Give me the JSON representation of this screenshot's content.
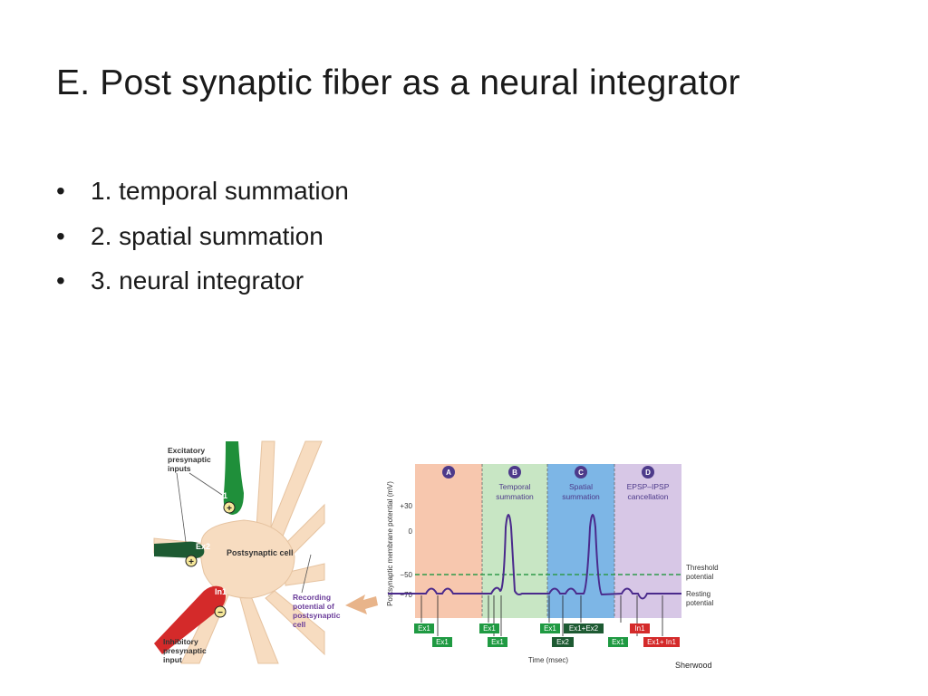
{
  "slide": {
    "title": "E.  Post synaptic fiber as a neural integrator",
    "bullets": [
      "1.  temporal summation",
      "2.  spatial summation",
      "3.  neural integrator"
    ]
  },
  "neuron": {
    "excitatory_label": [
      "Excitatory",
      "presynaptic",
      "inputs"
    ],
    "inhibitory_label": [
      "Inhibitory",
      "presynaptic",
      "input"
    ],
    "cell_label": "Postsynaptic cell",
    "recording_label": [
      "Recording",
      "potential of",
      "postsynaptic",
      "cell"
    ],
    "ex1": "Ex1",
    "ex2": "Ex2",
    "in1": "In1",
    "plus": "+",
    "minus": "−",
    "colors": {
      "cell": "#f7dcc0",
      "excitatory": "#1f8f3a",
      "excitatory_dark": "#1d5a32",
      "inhibitory": "#d42a2a",
      "arrow": "#e8b48a"
    }
  },
  "graph": {
    "ylabel": "Postsynaptic membrane potential (mV)",
    "xlabel": "Time (msec)",
    "yticks": [
      "+30",
      "0",
      "−50",
      "−70"
    ],
    "threshold_label": [
      "Threshold",
      "potential"
    ],
    "resting_label": [
      "Resting",
      "potential"
    ],
    "credit": "Sherwood",
    "panels": [
      {
        "letter": "A",
        "title": [],
        "color": "#f7c7ae"
      },
      {
        "letter": "B",
        "title": [
          "Temporal",
          "summation"
        ],
        "color": "#c8e6c4"
      },
      {
        "letter": "C",
        "title": [
          "Spatial",
          "summation"
        ],
        "color": "#7db6e6"
      },
      {
        "letter": "D",
        "title": [
          "EPSP–IPSP",
          "cancellation"
        ],
        "color": "#d7c7e6"
      }
    ],
    "stim_top": [
      "Ex1",
      "Ex1",
      "Ex1",
      "Ex1+Ex2",
      "In1"
    ],
    "stim_bottom": [
      "Ex1",
      "Ex1",
      "Ex2",
      "Ex1",
      "Ex1+ In1"
    ],
    "colors": {
      "trace": "#4a2a8c",
      "threshold": "#2f9a4a",
      "ex_box": "#1f9a42",
      "in_box": "#d42a2a",
      "dark_box": "#1d5a32",
      "circle": "#4d3a8a"
    }
  }
}
